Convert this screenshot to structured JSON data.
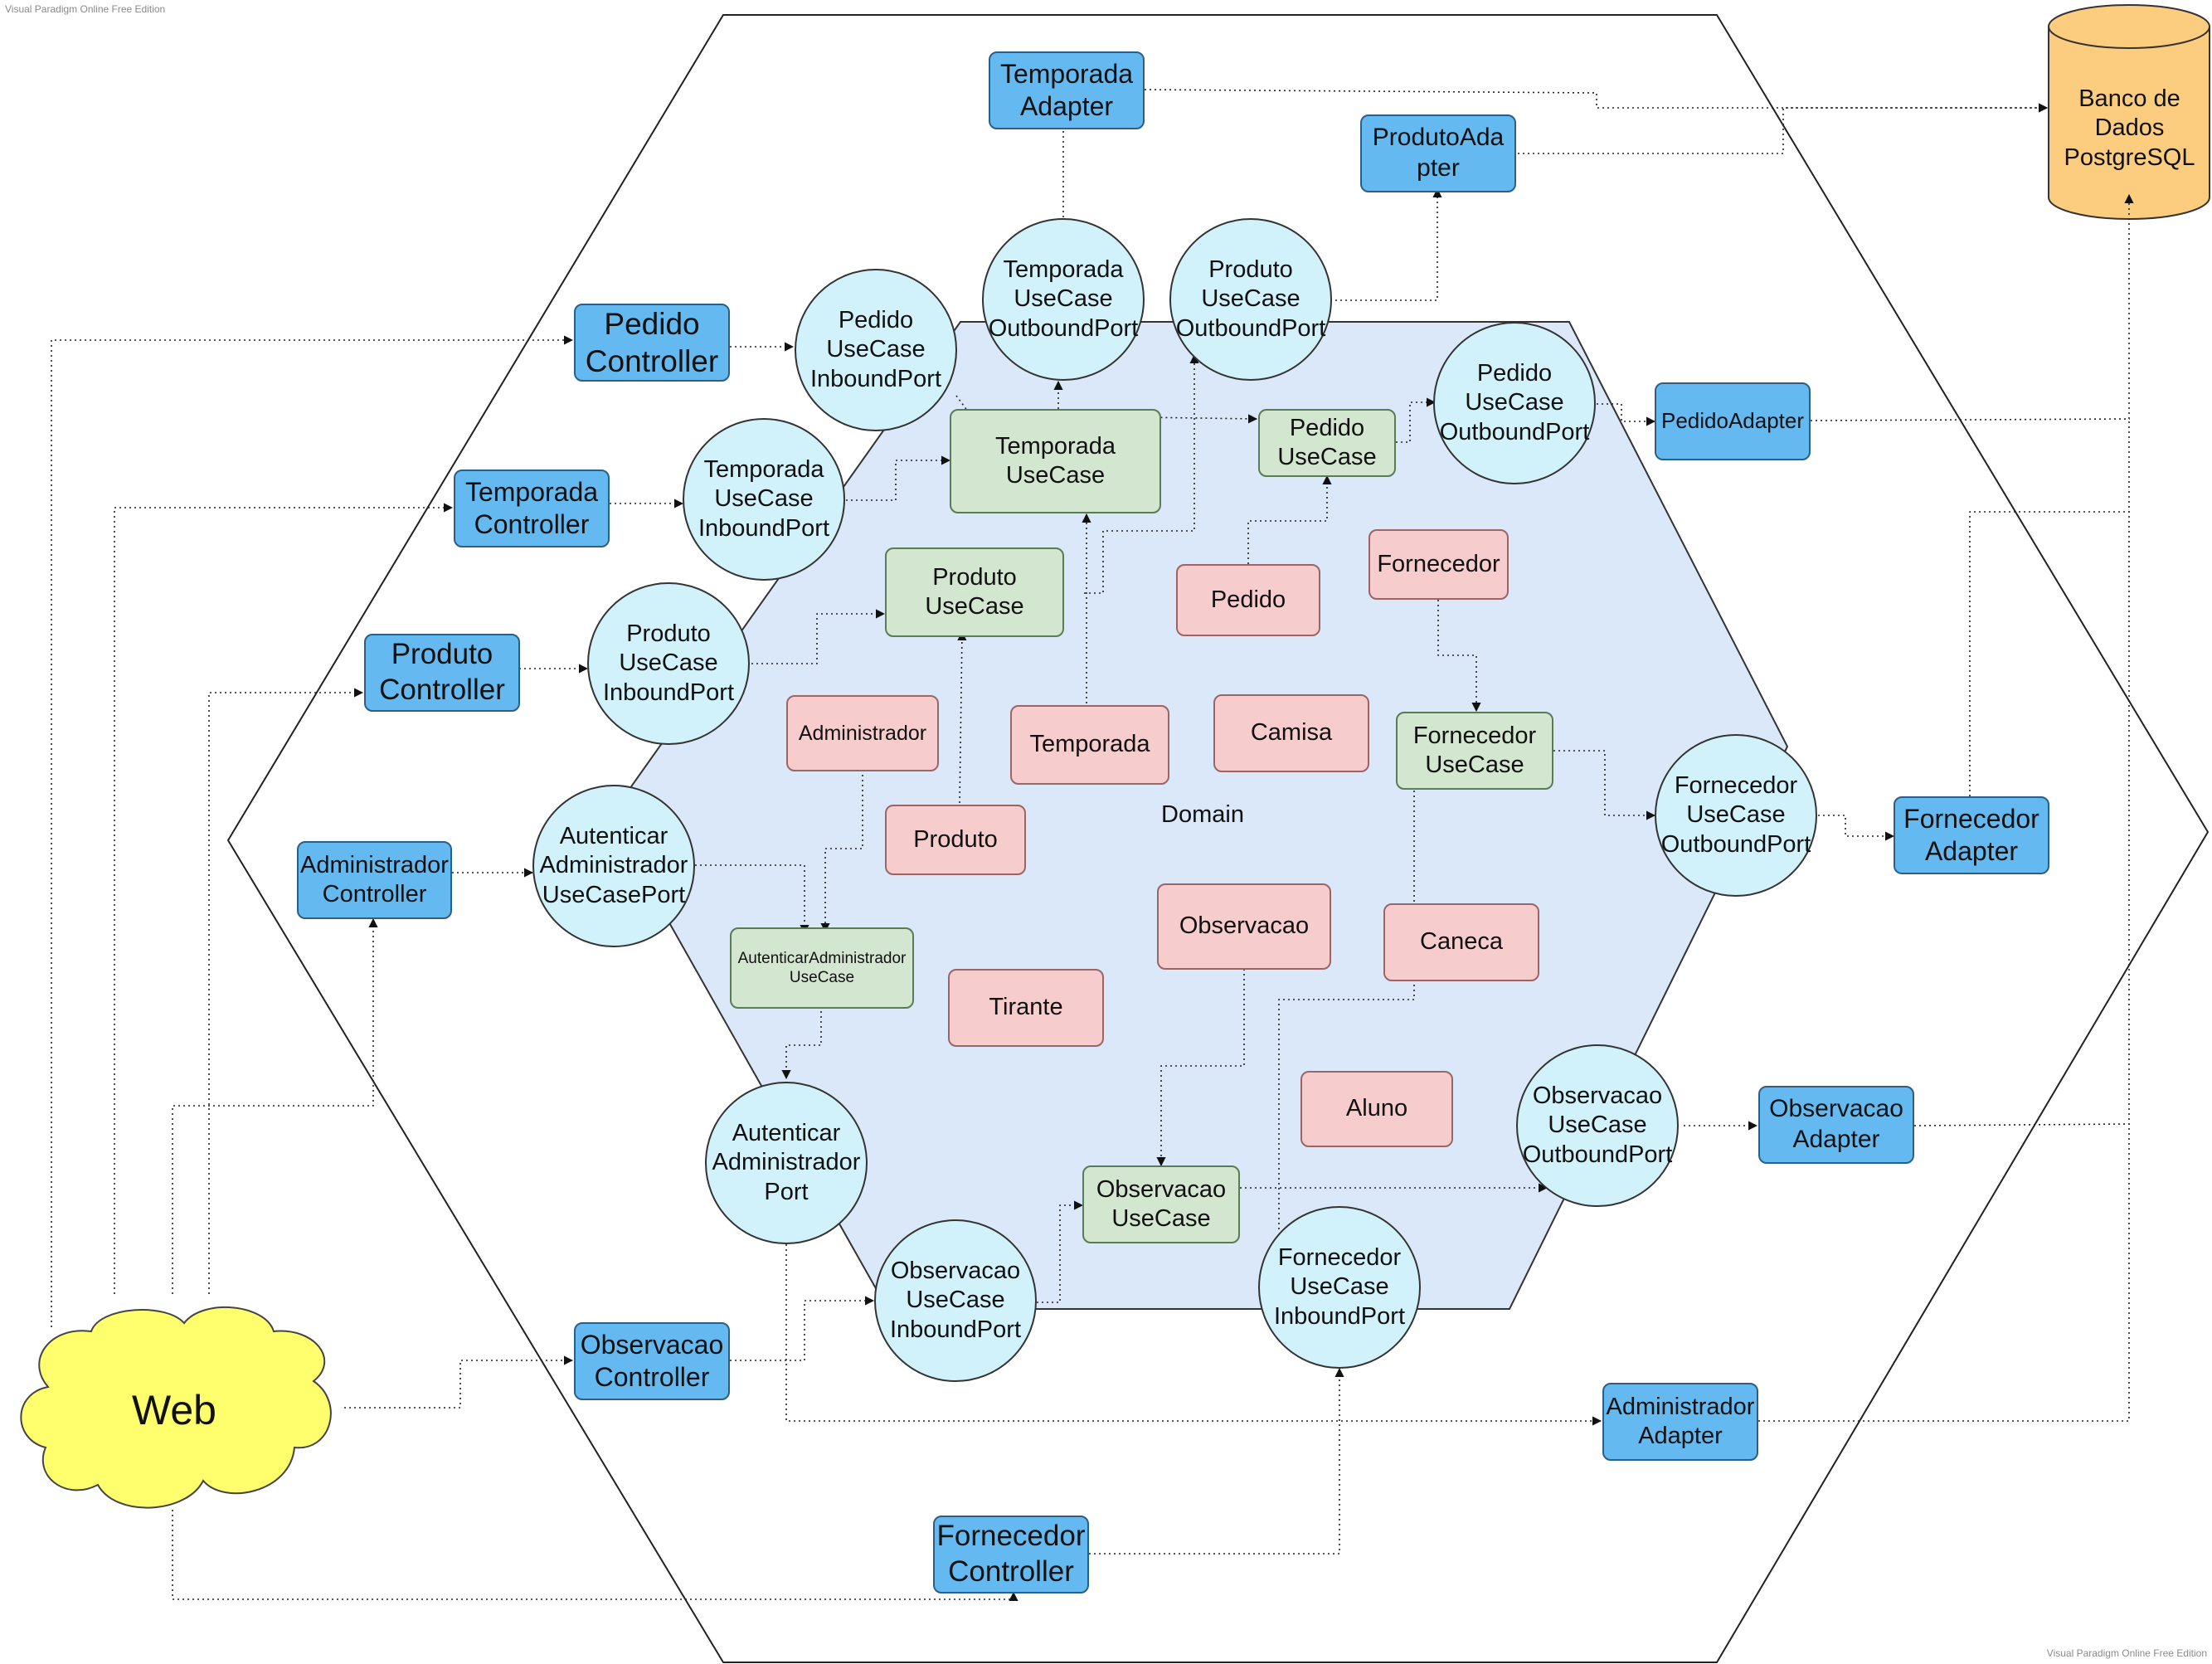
{
  "watermark": "Visual Paradigm Online Free Edition",
  "domain_label": "Domain",
  "colors": {
    "adapter_fill": "#64b9f0",
    "usecase_fill": "#d3e6cf",
    "entity_fill": "#f6cccc",
    "port_fill": "#d2f2fb",
    "domain_fill": "#dae8fa",
    "database_fill": "#fccd7e",
    "web_fill": "#ffff6e"
  },
  "web": "Web",
  "database": "Banco de\nDados\nPostgreSQL",
  "controllers": {
    "pedido": "Pedido\nController",
    "temporada": "Temporada\nController",
    "produto": "Produto\nController",
    "administrador": "Administrador\nController",
    "observacao": "Observacao\nController",
    "fornecedor": "Fornecedor\nController"
  },
  "adapters": {
    "temporada": "Temporada\nAdapter",
    "produto": "ProdutoAda\npter",
    "pedido": "PedidoAdapter",
    "fornecedor": "Fornecedor\nAdapter",
    "observacao": "Observacao\nAdapter",
    "administrador": "Administrador\nAdapter"
  },
  "inbound_ports": {
    "pedido": "Pedido\nUseCase\nInboundPort",
    "temporada": "Temporada\nUseCase\nInboundPort",
    "produto": "Produto\nUseCase\nInboundPort",
    "autenticar": "Autenticar\nAdministrador\nUseCasePort",
    "observacao": "Observacao\nUseCase\nInboundPort",
    "fornecedor": "Fornecedor\nUseCase\nInboundPort"
  },
  "outbound_ports": {
    "temporada": "Temporada\nUseCase\nOutboundPort",
    "produto": "Produto\nUseCase\nOutboundPort",
    "pedido": "Pedido\nUseCase\nOutboundPort",
    "fornecedor": "Fornecedor\nUseCase\nOutboundPort",
    "observacao": "Observacao\nUseCase\nOutboundPort",
    "autenticar": "Autenticar\nAdministrador\nPort"
  },
  "use_cases": {
    "temporada": "Temporada\nUseCase",
    "pedido": "Pedido\nUseCase",
    "produto": "Produto\nUseCase",
    "fornecedor": "Fornecedor\nUseCase",
    "autenticar": "AutenticarAdministrador\nUseCase",
    "observacao": "Observacao\nUseCase"
  },
  "entities": {
    "fornecedor": "Fornecedor",
    "pedido": "Pedido",
    "administrador": "Administrador",
    "temporada": "Temporada",
    "camisa": "Camisa",
    "produto": "Produto",
    "observacao": "Observacao",
    "caneca": "Caneca",
    "tirante": "Tirante",
    "aluno": "Aluno"
  }
}
